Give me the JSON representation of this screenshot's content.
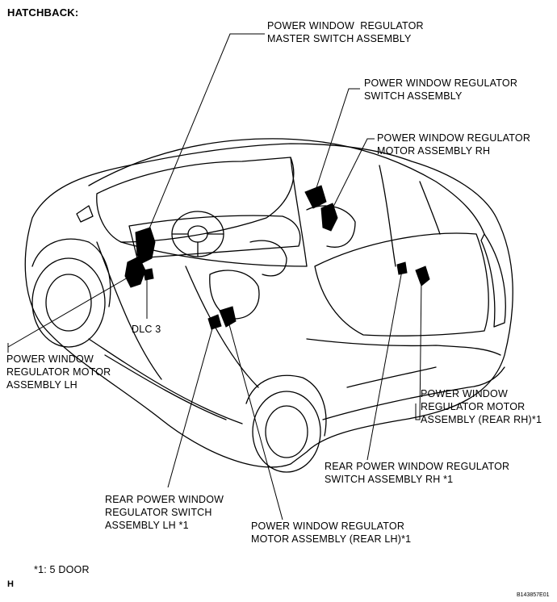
{
  "diagram": {
    "section_title": "HATCHBACK:",
    "labels": {
      "master_switch": "POWER WINDOW  REGULATOR\nMASTER SWITCH ASSEMBLY",
      "regulator_switch": "POWER WINDOW REGULATOR\nSWITCH ASSEMBLY",
      "motor_rh": "POWER WINDOW REGULATOR\nMOTOR ASSEMBLY RH",
      "dlc3": "DLC 3",
      "motor_lh": "POWER WINDOW\nREGULATOR MOTOR\nASSEMBLY LH",
      "motor_rear_rh": "POWER WINDOW\nREGULATOR MOTOR\nASSEMBLY (REAR RH)*1",
      "rear_switch_rh": "REAR POWER WINDOW REGULATOR\nSWITCH ASSEMBLY RH *1",
      "rear_switch_lh": "REAR POWER WINDOW\nREGULATOR SWITCH\nASSEMBLY LH *1",
      "motor_rear_lh": "POWER WINDOW REGULATOR\nMOTOR ASSEMBLY (REAR LH)*1"
    },
    "footnote": "*1: 5 DOOR",
    "corner_mark": "H",
    "figure_id": "B143857E01"
  }
}
